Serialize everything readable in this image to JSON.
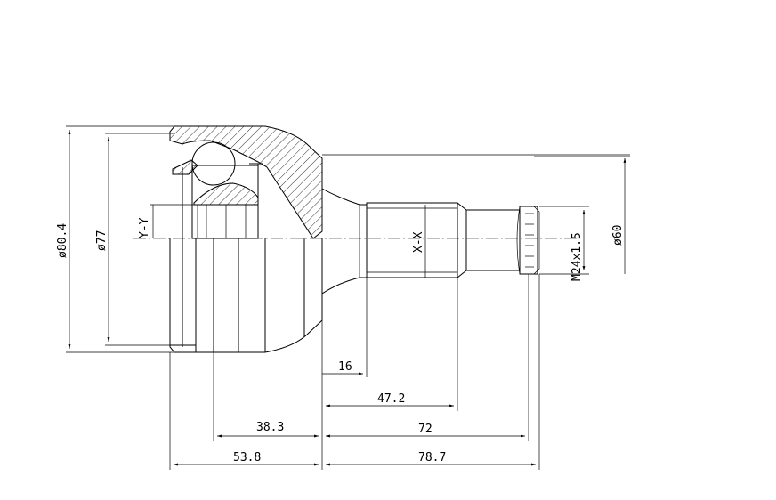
{
  "drawing": {
    "dimensions": {
      "d_outer": "ø80.4",
      "d_housing": "ø77",
      "d_shaft": "ø60",
      "thread": "M24x1.5",
      "len_16": "16",
      "len_47_2": "47.2",
      "len_38_3": "38.3",
      "len_72": "72",
      "len_53_8": "53.8",
      "len_78_7": "78.7"
    },
    "section_labels": {
      "yy": "Y-Y",
      "xx": "X-X"
    }
  }
}
